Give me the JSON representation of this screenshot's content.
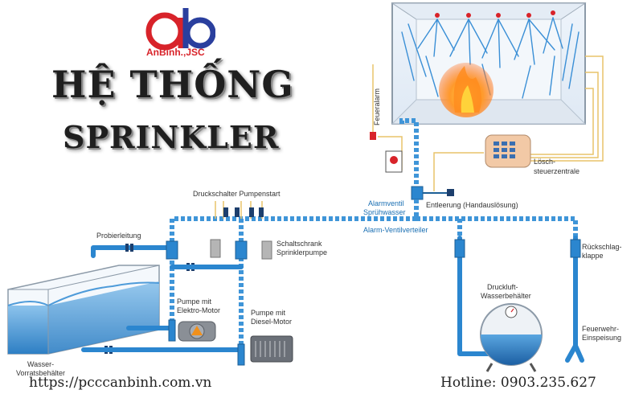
{
  "brand": {
    "logo_text": "ab",
    "name": "AnBinh.,JSC",
    "colors": {
      "a": "#d8232a",
      "b": "#2a3f9e"
    }
  },
  "title": {
    "line1": "HỆ THỐNG",
    "line2": "SPRINKLER"
  },
  "labels": {
    "feueralarm": "Feueralarm",
    "loesch_1": "Lösch-",
    "loesch_2": "steuerzentrale",
    "alarmventil_1": "Alarmventil",
    "alarmventil_2": "Sprühwasser",
    "entleerung": "Entleerung (Handauslösung)",
    "druckschalter": "Druckschalter Pumpenstart",
    "alarm_ventilverteiler": "Alarm-Ventilverteiler",
    "probierleitung": "Probierleitung",
    "schaltschrank_1": "Schaltschrank",
    "schaltschrank_2": "Sprinklerpumpe",
    "pumpe_elektro_1": "Pumpe mit",
    "pumpe_elektro_2": "Elektro-Motor",
    "pumpe_diesel_1": "Pumpe mit",
    "pumpe_diesel_2": "Diesel-Motor",
    "druckluft_1": "Druckluft-",
    "druckluft_2": "Wasserbehälter",
    "rueckschlag_1": "Rückschlag-",
    "rueckschlag_2": "klappe",
    "feuerwehr_1": "Feuerwehr-",
    "feuerwehr_2": "Einspeisung",
    "wasser_1": "Wasser-",
    "wasser_2": "Vorratsbehälter"
  },
  "footer": {
    "website": "https://pcccanbinh.com.vn",
    "hotline": "Hotline: 0903.235.627"
  }
}
